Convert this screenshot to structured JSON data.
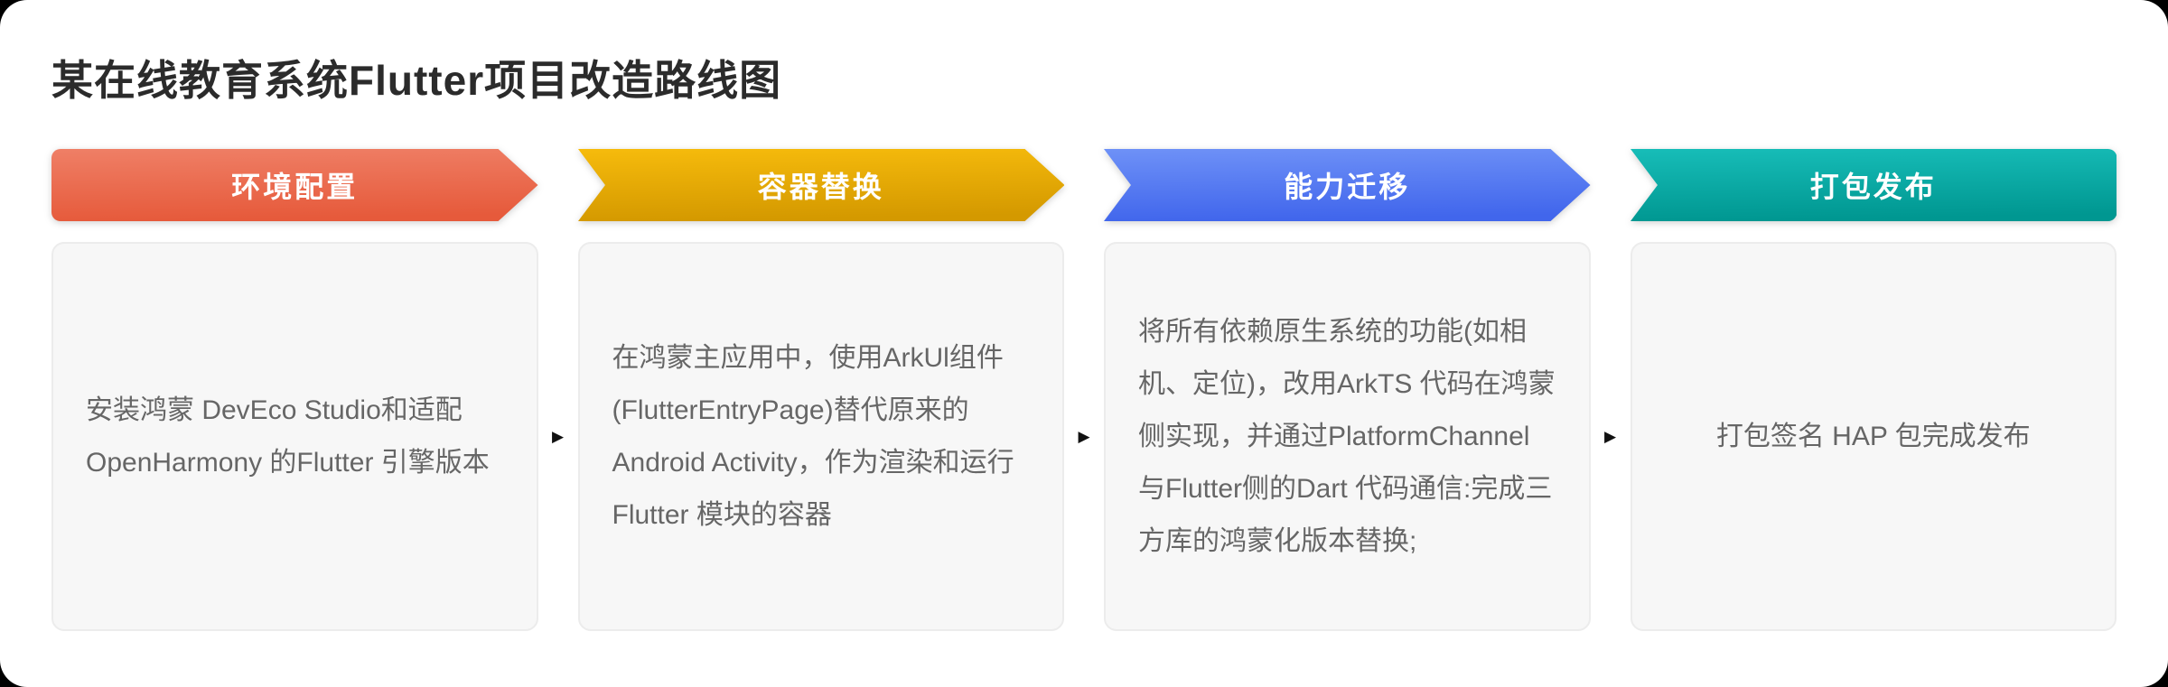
{
  "page": {
    "title": "某在线教育系统Flutter项目改造路线图"
  },
  "steps": [
    {
      "label": "环境配置",
      "desc": "安装鸿蒙 DevEco Studio和适配 OpenHarmony 的Flutter 引擎版本",
      "gradient_top": "#ef7f66",
      "gradient_bottom": "#e65a3b"
    },
    {
      "label": "容器替换",
      "desc": "在鸿蒙主应用中，使用ArkUl组件(FlutterEntryPage)替代原来的Android Activity，作为渲染和运行 Flutter 模块的容器",
      "gradient_top": "#f6bb0c",
      "gradient_bottom": "#d49900"
    },
    {
      "label": "能力迁移",
      "desc": "将所有依赖原生系统的功能(如相机、定位)，改用ArkTS 代码在鸿蒙侧实现，并通过PlatformChannel与Flutter侧的Dart 代码通信:完成三方库的鸿蒙化版本替换;",
      "gradient_top": "#6e91f7",
      "gradient_bottom": "#4166ec"
    },
    {
      "label": "打包发布",
      "desc": "打包签名 HAP 包完成发布",
      "gradient_top": "#17bdb8",
      "gradient_bottom": "#009791"
    }
  ],
  "connector": {
    "glyph": "▶"
  }
}
